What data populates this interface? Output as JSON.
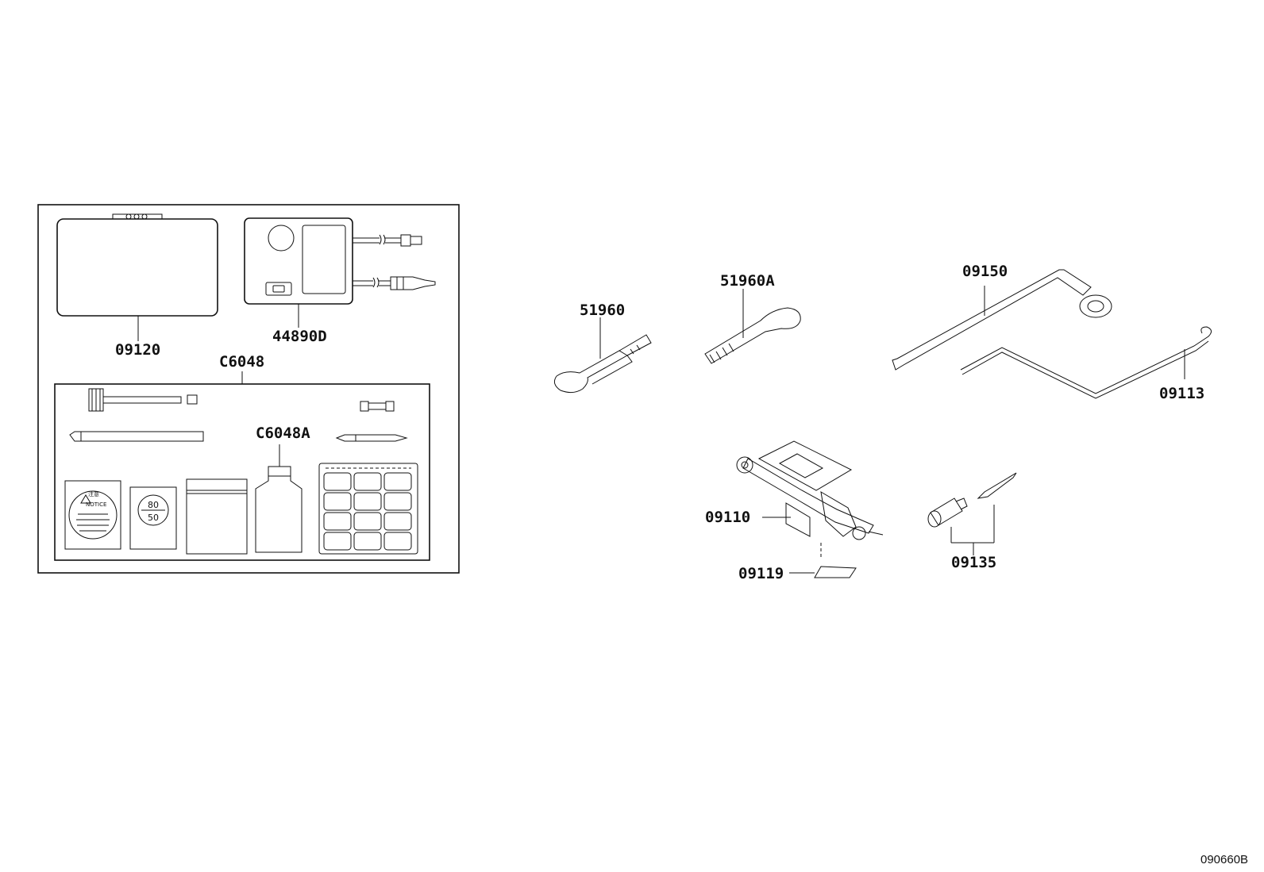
{
  "parts": {
    "kit_case": "09120",
    "compressor": "44890D",
    "repair_kit": "C6048",
    "sealant_bottle": "C6048A",
    "handle_short": "51960",
    "handle_alt": "51960A",
    "wrench": "09150",
    "jack_handle": "09113",
    "jack": "09110",
    "jack_label": "09119",
    "socket_set": "09135"
  },
  "labels": {
    "notice_jp": "注意",
    "notice_en": "NOTICE",
    "speed_top": "80",
    "speed_bottom": "50"
  },
  "diagram_ref": "090660B"
}
